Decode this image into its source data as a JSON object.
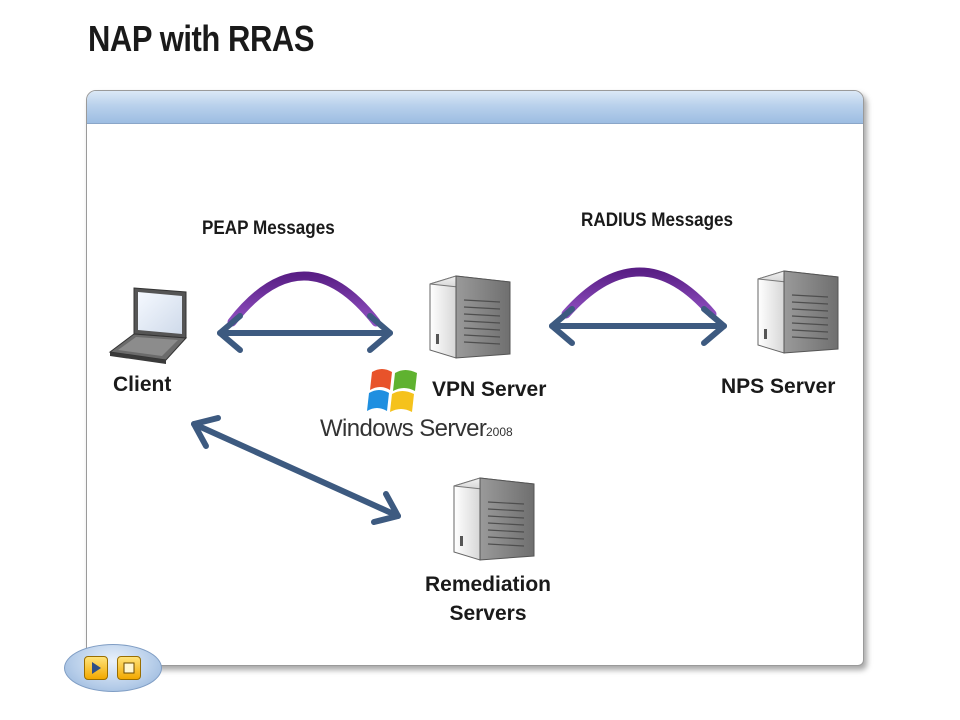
{
  "title": "NAP with RRAS",
  "labels": {
    "peap": "PEAP Messages",
    "radius": "RADIUS Messages",
    "client": "Client",
    "vpn": "VPN Server",
    "nps": "NPS Server",
    "remediation_line1": "Remediation",
    "remediation_line2": "Servers"
  },
  "logo": {
    "text": "Windows Server",
    "version": "2008"
  },
  "colors": {
    "arrow": "#3d5a80",
    "arc_purple": "#7a3aa8",
    "panel_bar": "#b9d1ec"
  }
}
